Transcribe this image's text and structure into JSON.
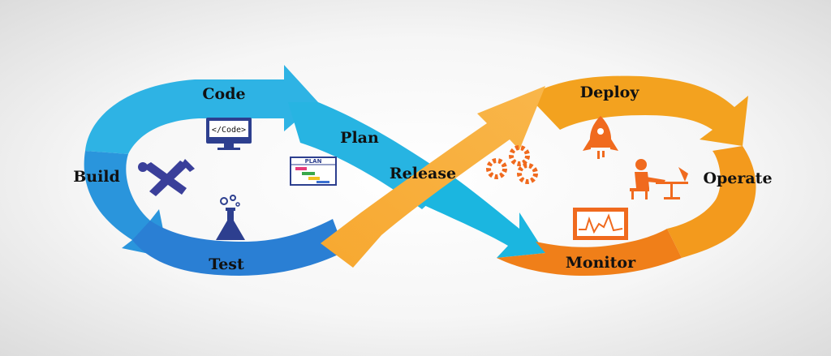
{
  "loop": {
    "stages": {
      "code": "Code",
      "plan": "Plan",
      "build": "Build",
      "test": "Test",
      "release": "Release",
      "deploy": "Deploy",
      "operate": "Operate",
      "monitor": "Monitor"
    },
    "code_screen_text": "</Code>",
    "plan_chart_text": "PLAN",
    "colors": {
      "blue_light": "#2fb6e3",
      "blue_dark": "#2a7fd4",
      "orange_light": "#f5a623",
      "orange_dark": "#f07c17",
      "icon_blue": "#2d3f8f",
      "icon_orange": "#f06a1e"
    },
    "icons": [
      "code-monitor-icon",
      "plan-chart-icon",
      "tools-icon",
      "flask-icon",
      "gears-icon",
      "rocket-icon",
      "operator-desk-icon",
      "monitor-graph-icon"
    ]
  }
}
